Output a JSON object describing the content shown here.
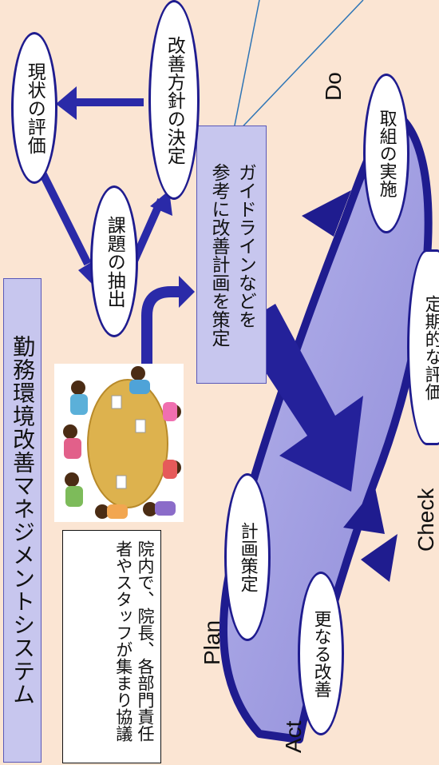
{
  "title": "勤務環境改善マネジメントシステム",
  "note": "院内で、院長、各部門責任者やスタッフが集まり協議",
  "illustration": "meeting-illustration",
  "guideline_box": {
    "line1": "ガイドラインなどを",
    "line2": "参考に改善計画を策定"
  },
  "analysis_cycle": {
    "current_evaluation": "現状の評価",
    "extract_issues": "課題の抽出",
    "decide_policy": "改善方針の決定"
  },
  "pdca": {
    "plan_label": "Plan",
    "do_label": "Do",
    "check_label": "Check",
    "act_label": "Act",
    "plan_step": "計画策定",
    "do_step": "取組の実施",
    "check_step": "定期的な評価",
    "act_step": "更なる改善"
  },
  "colors": {
    "background": "#fbe5d3",
    "navy": "#1f1c8f",
    "cycle_fill": "#9f9ce0",
    "box_fill": "#c7c6ee",
    "callout_line": "#2e75b6"
  }
}
